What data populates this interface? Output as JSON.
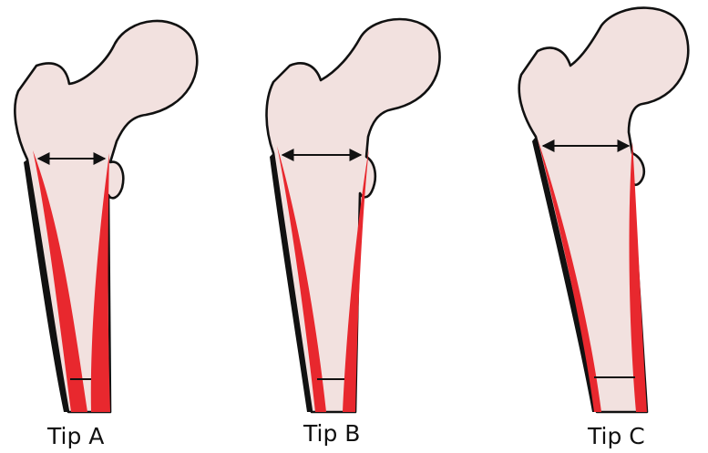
{
  "colors": {
    "bone_fill": "#f2e1df",
    "cortex_red": "#e8282e",
    "outline": "#111111",
    "background": "#ffffff"
  },
  "femurs": [
    {
      "label": "Tip A"
    },
    {
      "label": "Tip B"
    },
    {
      "label": "Tip C"
    }
  ]
}
